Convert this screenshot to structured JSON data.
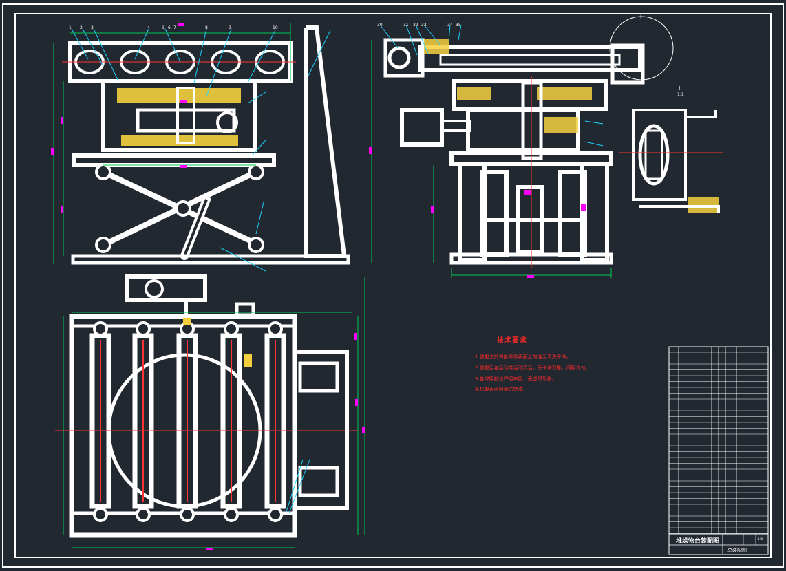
{
  "drawing": {
    "technical_requirements": {
      "title": "技术要求",
      "items": [
        "1.装配之前将各零件表面上的油污清洗干净。",
        "2.装配后各运动件运动灵活，无卡滞现象，间隙均匀。",
        "3.各焊接部位焊接牢固，无虚焊现象。",
        "4.机架表面喷涂防锈漆。"
      ]
    },
    "title_block": {
      "title": "堆垛物台装配图",
      "subtitle": "总装配图",
      "scale_label": "1:5",
      "view_label_a": "I",
      "view_label_b": "1:1"
    },
    "balloons_top_left": [
      "1",
      "2",
      "3",
      "4",
      "5",
      "6",
      "7",
      "8",
      "9",
      "10"
    ],
    "balloons_top_right": [
      "30",
      "31",
      "32",
      "33",
      "34",
      "35"
    ],
    "colors": {
      "background": "#212830",
      "outline": "#ffffff",
      "dimension": "#00c853",
      "leader": "#19d3ff",
      "section": "#f4d03f",
      "centerline": "#ff3333",
      "highlight": "#ff00ff"
    }
  }
}
